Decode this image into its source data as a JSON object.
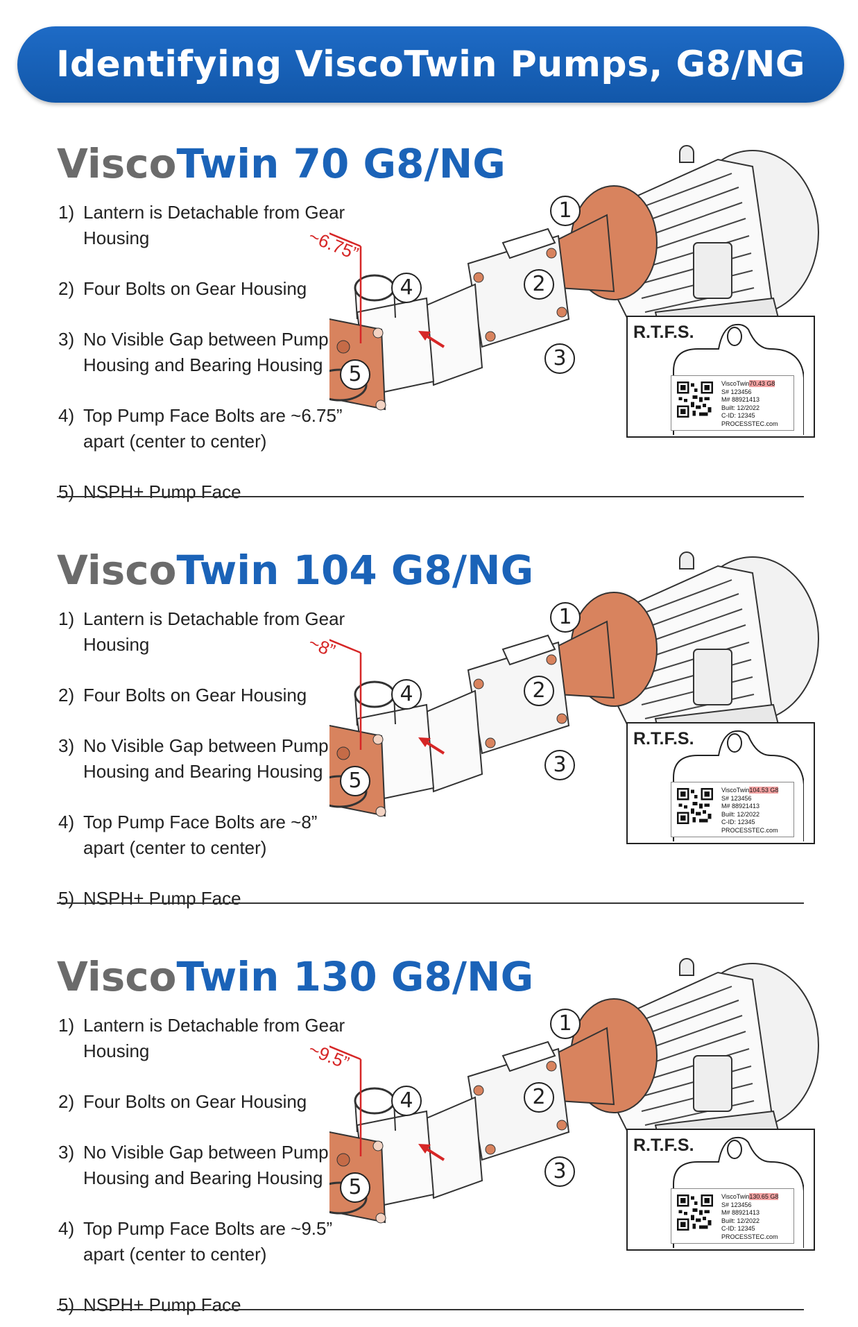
{
  "banner": {
    "title": "Identifying ViscoTwin Pumps, G8/NG"
  },
  "colors": {
    "banner_blue": "#1b63b8",
    "title_gray": "#6b6b6b",
    "title_blue": "#1b63b8",
    "copper": "#d8835e",
    "measure_red": "#d62626"
  },
  "sections": [
    {
      "title_prefix": "Visco",
      "title_rest": "Twin 70 G8/NG",
      "items": [
        {
          "num": "1)",
          "lines": [
            "Lantern is Detachable from Gear Housing"
          ]
        },
        {
          "num": "2)",
          "lines": [
            "Four Bolts on Gear Housing"
          ]
        },
        {
          "num": "3)",
          "lines": [
            "No Visible Gap between Pump",
            "Housing and Bearing Housing"
          ]
        },
        {
          "num": "4)",
          "lines": [
            "Top Pump Face Bolts are ~6.75”",
            "apart (center to center)"
          ]
        },
        {
          "num": "5)",
          "lines": [
            "NSPH+ Pump Face"
          ]
        }
      ],
      "measure": "~6.75”",
      "callouts": [
        "1",
        "2",
        "3",
        "4",
        "5"
      ],
      "tag": {
        "label": "R.T.F.S.",
        "model_prefix": "ViscoTwin",
        "model_hl": "70.43 G8",
        "sn": "S# 123456",
        "mn": "M# 88921413",
        "built": "Built: 12/2022",
        "cid": "C-ID: 12345",
        "site": "PROCESSTEC.com"
      }
    },
    {
      "title_prefix": "Visco",
      "title_rest": "Twin 104 G8/NG",
      "items": [
        {
          "num": "1)",
          "lines": [
            "Lantern is Detachable from Gear Housing"
          ]
        },
        {
          "num": "2)",
          "lines": [
            "Four Bolts on Gear Housing"
          ]
        },
        {
          "num": "3)",
          "lines": [
            "No Visible Gap between Pump",
            "Housing and Bearing Housing"
          ]
        },
        {
          "num": "4)",
          "lines": [
            "Top Pump Face Bolts are ~8”",
            "apart (center to center)"
          ]
        },
        {
          "num": "5)",
          "lines": [
            "NSPH+ Pump Face"
          ]
        }
      ],
      "measure": "~8”",
      "callouts": [
        "1",
        "2",
        "3",
        "4",
        "5"
      ],
      "tag": {
        "label": "R.T.F.S.",
        "model_prefix": "ViscoTwin",
        "model_hl": "104.53 G8",
        "sn": "S# 123456",
        "mn": "M# 88921413",
        "built": "Built: 12/2022",
        "cid": "C-ID: 12345",
        "site": "PROCESSTEC.com"
      }
    },
    {
      "title_prefix": "Visco",
      "title_rest": "Twin 130 G8/NG",
      "items": [
        {
          "num": "1)",
          "lines": [
            "Lantern is Detachable from Gear Housing"
          ]
        },
        {
          "num": "2)",
          "lines": [
            "Four Bolts on Gear Housing"
          ]
        },
        {
          "num": "3)",
          "lines": [
            "No Visible Gap between Pump",
            "Housing and Bearing Housing"
          ]
        },
        {
          "num": "4)",
          "lines": [
            "Top Pump Face Bolts are ~9.5”",
            "apart (center to center)"
          ]
        },
        {
          "num": "5)",
          "lines": [
            "NSPH+ Pump Face"
          ]
        }
      ],
      "measure": "~9.5”",
      "callouts": [
        "1",
        "2",
        "3",
        "4",
        "5"
      ],
      "tag": {
        "label": "R.T.F.S.",
        "model_prefix": "ViscoTwin",
        "model_hl": "130.65 G8",
        "sn": "S# 123456",
        "mn": "M# 88921413",
        "built": "Built: 12/2022",
        "cid": "C-ID: 12345",
        "site": "PROCESSTEC.com"
      }
    }
  ]
}
